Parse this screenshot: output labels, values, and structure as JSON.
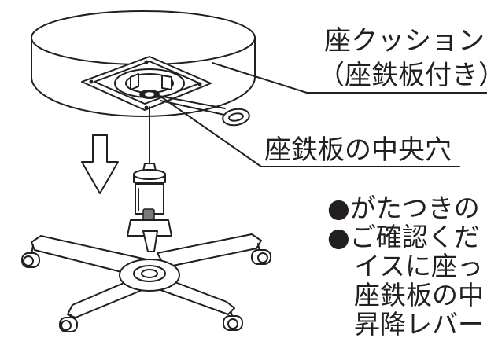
{
  "labels": {
    "seat_cushion_line1": "座クッション",
    "seat_cushion_line2": "（座鉄板付き）",
    "center_hole": "座鉄板の中央穴"
  },
  "notes": {
    "line1": "●がたつきの",
    "line2": "●ご確認くだ",
    "line3": "イスに座っ",
    "line4": "座鉄板の中",
    "line5": "昇降レバー"
  },
  "colors": {
    "ink": "#231f20",
    "background": "#ffffff"
  }
}
